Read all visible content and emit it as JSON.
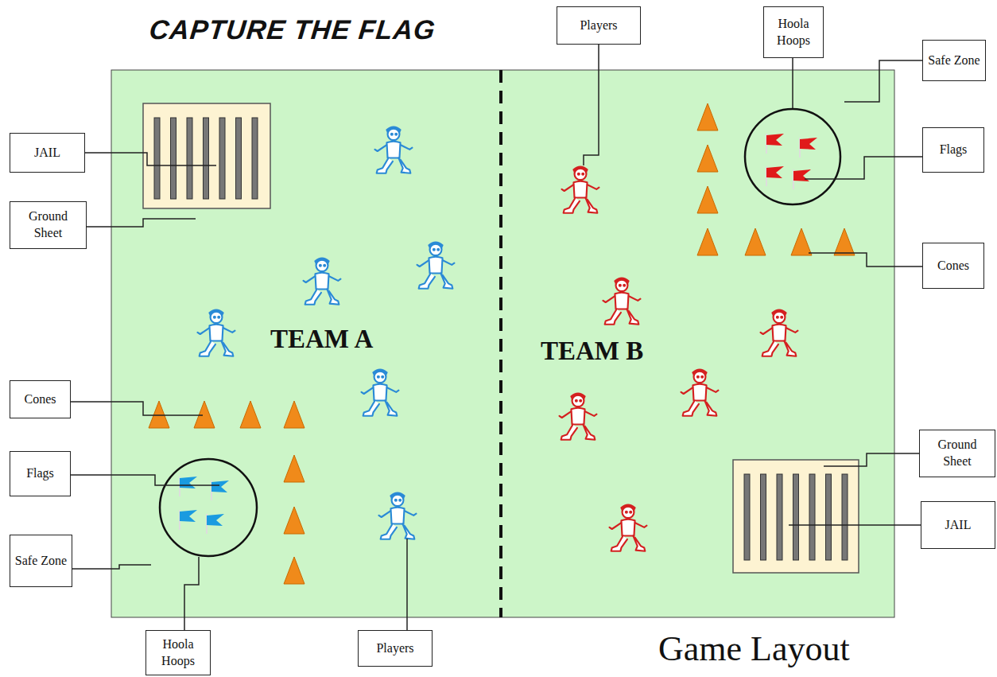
{
  "diagram": {
    "title": "CAPTURE THE FLAG",
    "caption": "Game Layout",
    "nodes": [
      {
        "text": [
          "Players"
        ]
      },
      {
        "text": [
          "Hoola Hoops"
        ]
      },
      {
        "text": [
          "Safe Zone"
        ]
      },
      {
        "text": [
          "JAIL"
        ]
      },
      {
        "text": [
          "Flags"
        ]
      },
      {
        "text": [
          "Ground Sheet"
        ]
      },
      {
        "text": [
          "Cones"
        ]
      },
      {
        "text": [
          "Cones"
        ]
      },
      {
        "text": [
          "Ground Sheet"
        ]
      },
      {
        "text": [
          "Flags"
        ]
      },
      {
        "text": [
          "JAIL"
        ]
      },
      {
        "text": [
          "Safe Zone"
        ]
      },
      {
        "text": [
          "Hoola Hoops"
        ]
      },
      {
        "text": [
          "Players"
        ]
      }
    ],
    "labels": [
      "TEAM A",
      "TEAM B"
    ]
  }
}
